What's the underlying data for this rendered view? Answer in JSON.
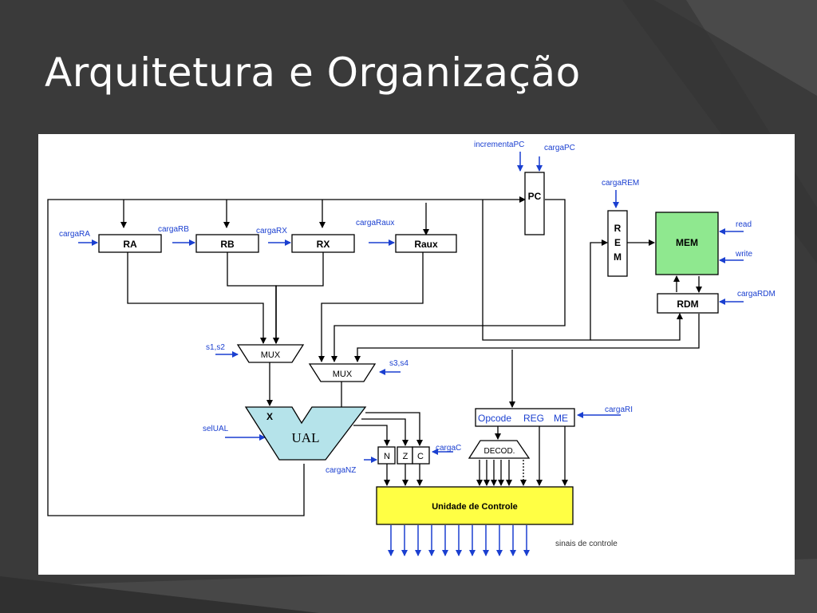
{
  "slide": {
    "title": "Arquitetura e Organização"
  },
  "diagram": {
    "registers": {
      "ra": "RA",
      "rb": "RB",
      "rx": "RX",
      "raux": "Raux",
      "pc": "PC",
      "rem": [
        "R",
        "E",
        "M"
      ],
      "rdm": "RDM",
      "mem": "MEM",
      "ual": "UAL",
      "ual_x": "X",
      "mux1": "MUX",
      "mux2": "MUX",
      "decod": "DECOD.",
      "flag_n": "N",
      "flag_z": "Z",
      "flag_c": "C",
      "ri_opcode": "Opcode",
      "ri_reg": "REG",
      "ri_me": "ME",
      "control_unit": "Unidade de Controle"
    },
    "signals": {
      "carga_ra": "cargaRA",
      "carga_rb": "cargaRB",
      "carga_rx": "cargaRX",
      "carga_raux": "cargaRaux",
      "incrementa_pc": "incrementaPC",
      "carga_pc": "cargaPC",
      "carga_rem": "cargaREM",
      "read": "read",
      "write": "write",
      "carga_rdm": "cargaRDM",
      "s1s2": "s1,s2",
      "s3s4": "s3,s4",
      "sel_ual": "selUAL",
      "carga_nz": "cargaNZ",
      "carga_c": "cargaC",
      "carga_ri": "cargaRI",
      "control_signals": "sinais de controle"
    },
    "colors": {
      "signal_arrow": "#1a3fd0",
      "mem_fill": "#8fe88f",
      "ual_fill": "#b5e3ea",
      "control_fill": "#ffff44"
    }
  }
}
